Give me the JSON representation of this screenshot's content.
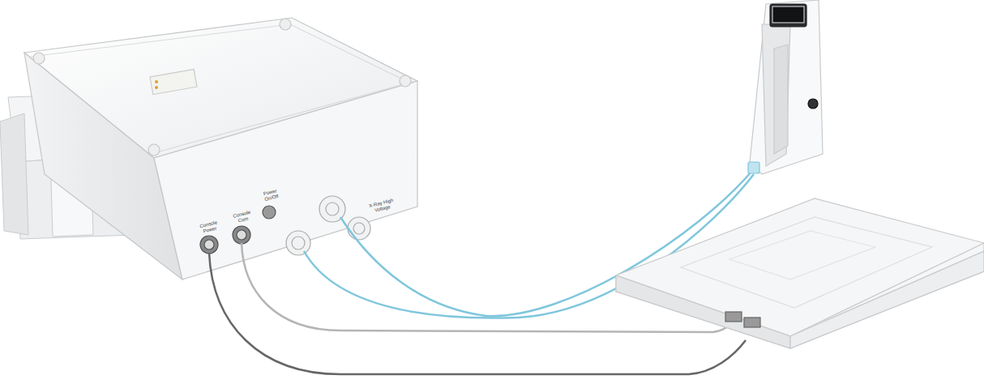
{
  "diagram": {
    "labels": [
      "Console Power",
      "Console Com",
      "Power On/Off",
      "X-Ray High Voltage"
    ]
  }
}
